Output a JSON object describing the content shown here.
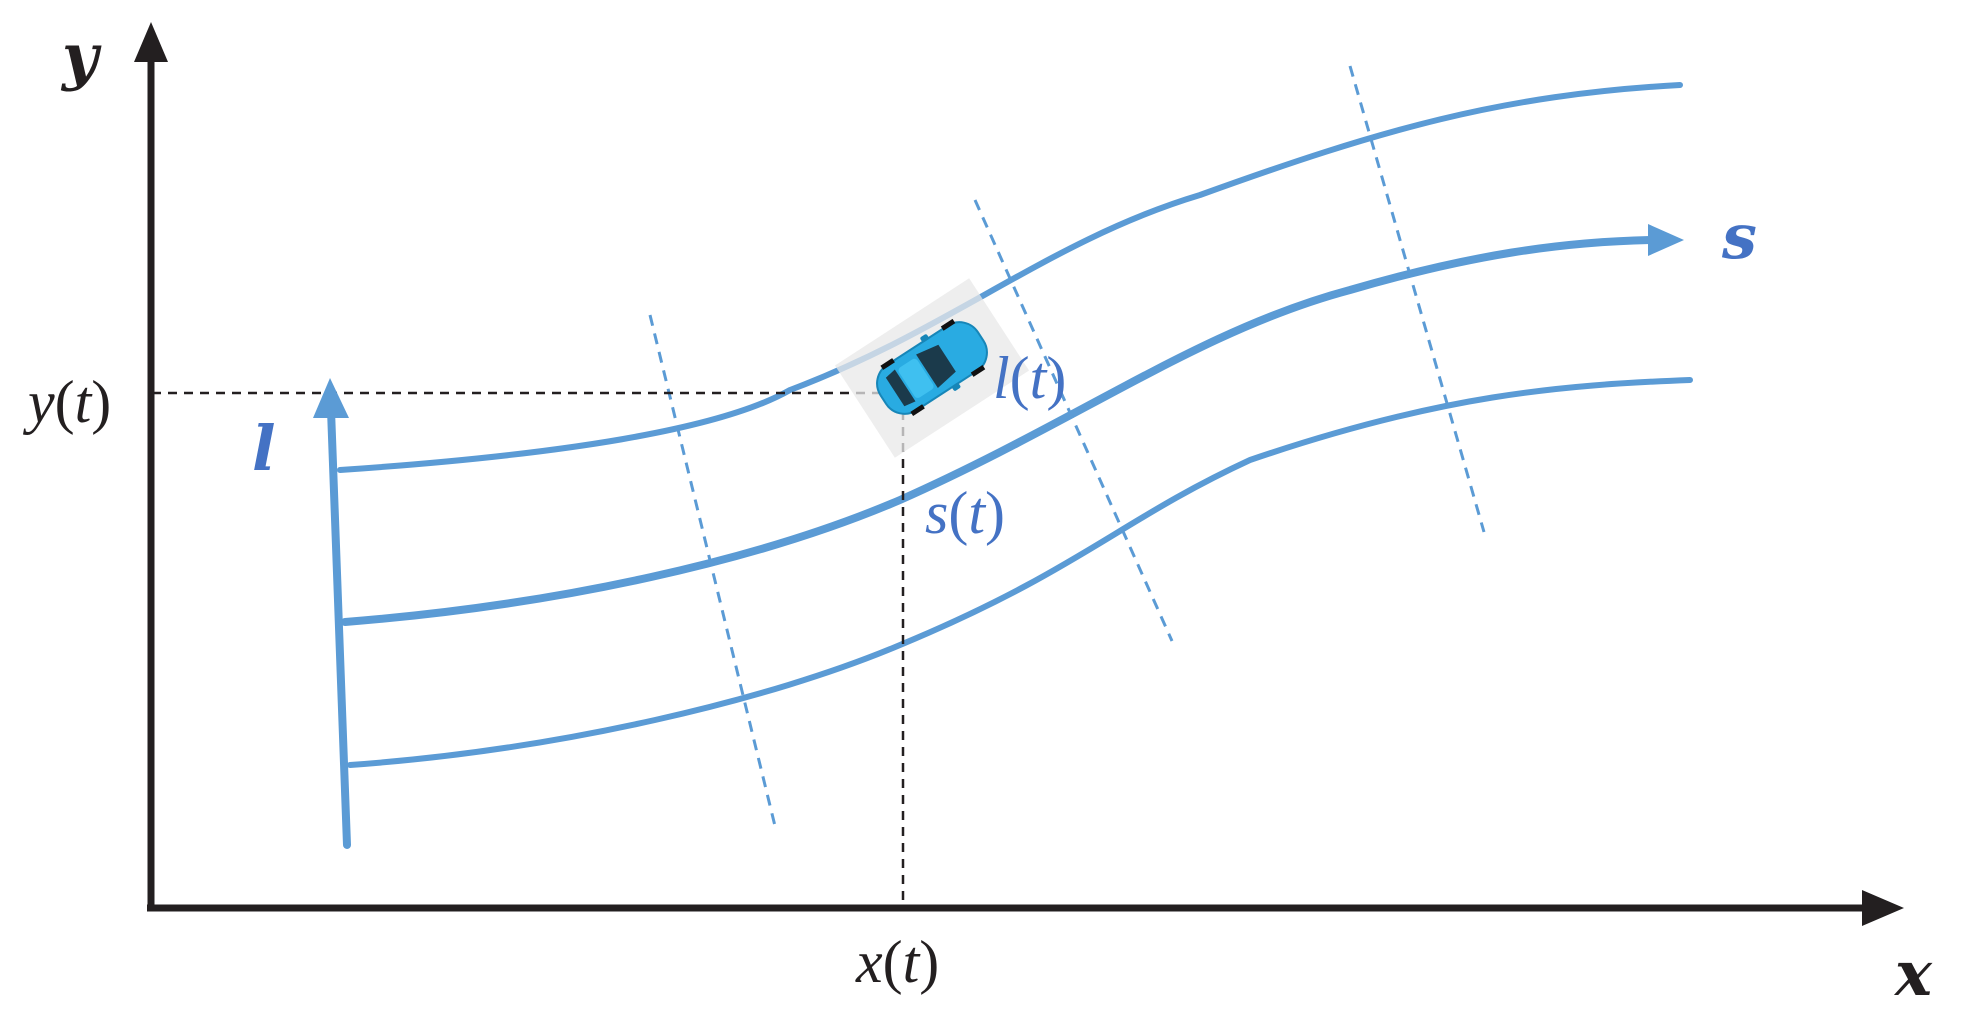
{
  "axes": {
    "x_label": "x",
    "y_label": "y"
  },
  "frenet": {
    "s_label": "s",
    "l_label": "l"
  },
  "projections": {
    "x_of_t": {
      "symbol": "x",
      "open": "(",
      "var": "t",
      "close": ")"
    },
    "y_of_t": {
      "symbol": "y",
      "open": "(",
      "var": "t",
      "close": ")"
    }
  },
  "vehicle": {
    "s_of_t": {
      "symbol": "s",
      "open": "(",
      "var": "t",
      "close": ")"
    },
    "l_of_t": {
      "symbol": "l",
      "open": "(",
      "var": "t",
      "close": ")"
    }
  },
  "colors": {
    "lane": "#5b9bd5",
    "frenet_text": "#4472c4",
    "axis": "#231f20",
    "car_body": "#29abe2",
    "car_glass": "#1b3a4b"
  }
}
